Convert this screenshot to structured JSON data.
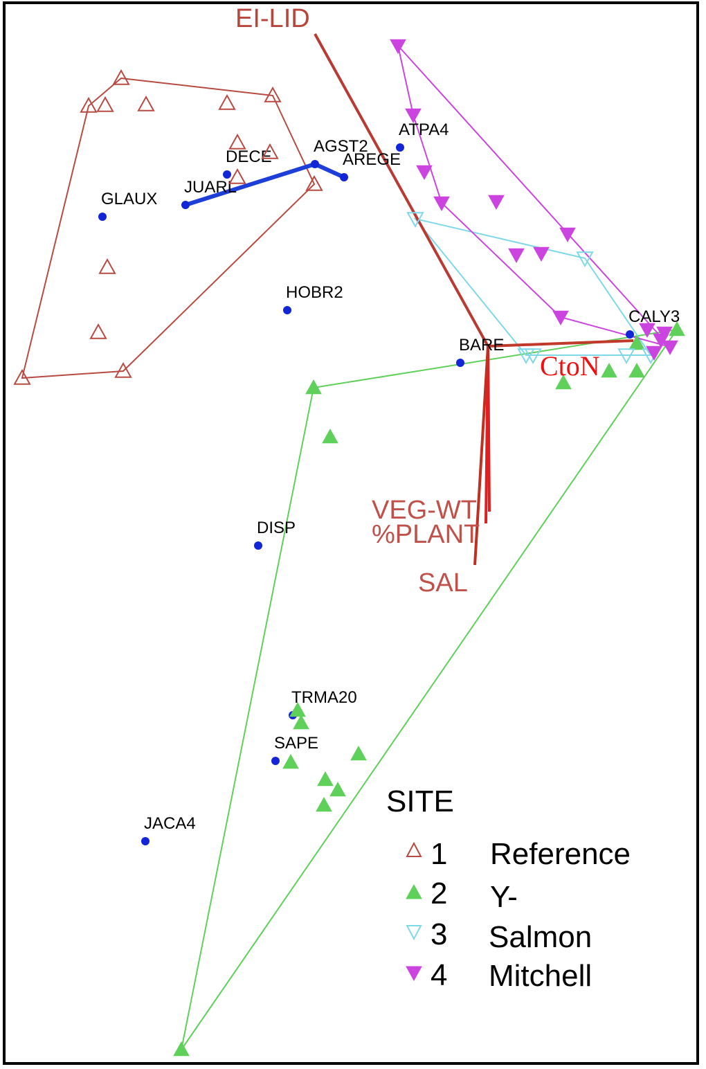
{
  "chart_data": {
    "type": "scatter",
    "title": "",
    "xlabel": "",
    "ylabel": "",
    "xlim": [
      0,
      1000
    ],
    "ylim": [
      0,
      1520
    ],
    "grid": false,
    "legend_position": "bottom-right",
    "legend": {
      "title": "SITE",
      "entries": [
        {
          "code": "1",
          "label": "Reference",
          "marker": "triangle-up-open",
          "color": "#b84a42"
        },
        {
          "code": "2",
          "label": "Y-",
          "marker": "triangle-up-filled",
          "color": "#5fd05a"
        },
        {
          "code": "3",
          "label": "Salmon",
          "marker": "triangle-down-open",
          "color": "#7fd8e8"
        },
        {
          "code": "4",
          "label": "Mitchell",
          "marker": "triangle-down-filled",
          "color": "#cc44e0"
        }
      ]
    },
    "series": [
      {
        "name": "Reference",
        "marker": "triangle-up-open",
        "color": "#b84a42",
        "points": [
          [
            165,
            1403
          ],
          [
            118,
            1363
          ],
          [
            142,
            1364
          ],
          [
            201,
            1365
          ],
          [
            318,
            1367
          ],
          [
            384,
            1378
          ],
          [
            333,
            1310
          ],
          [
            380,
            1296
          ],
          [
            333,
            1260
          ],
          [
            444,
            1250
          ],
          [
            145,
            1130
          ],
          [
            132,
            1036
          ],
          [
            168,
            980
          ],
          [
            22,
            970
          ]
        ],
        "hull": [
          [
            165,
            1403
          ],
          [
            384,
            1378
          ],
          [
            444,
            1250
          ],
          [
            168,
            980
          ],
          [
            22,
            970
          ],
          [
            118,
            1363
          ]
        ]
      },
      {
        "name": "Y-",
        "marker": "triangle-up-filled",
        "color": "#5fd05a",
        "points": [
          [
            443,
            956
          ],
          [
            467,
            885
          ],
          [
            804,
            963
          ],
          [
            870,
            980
          ],
          [
            910,
            980
          ],
          [
            910,
            1020
          ],
          [
            968,
            1040
          ],
          [
            420,
            490
          ],
          [
            425,
            472
          ],
          [
            508,
            427
          ],
          [
            410,
            415
          ],
          [
            460,
            390
          ],
          [
            478,
            375
          ],
          [
            458,
            353
          ],
          [
            252,
            0
          ]
        ],
        "hull": [
          [
            443,
            956
          ],
          [
            968,
            1040
          ],
          [
            252,
            0
          ]
        ]
      },
      {
        "name": "Salmon",
        "marker": "triangle-down-open",
        "color": "#7fd8e8",
        "points": [
          [
            590,
            1200
          ],
          [
            835,
            1143
          ],
          [
            750,
            1003
          ],
          [
            760,
            1003
          ],
          [
            895,
            1003
          ],
          [
            930,
            1003
          ]
        ],
        "hull": [
          [
            590,
            1200
          ],
          [
            835,
            1143
          ],
          [
            930,
            1003
          ],
          [
            750,
            1003
          ]
        ]
      },
      {
        "name": "Mitchell",
        "marker": "triangle-down-filled",
        "color": "#cc44e0",
        "points": [
          [
            565,
            1450
          ],
          [
            587,
            1350
          ],
          [
            603,
            1268
          ],
          [
            628,
            1223
          ],
          [
            707,
            1225
          ],
          [
            810,
            1178
          ],
          [
            736,
            1148
          ],
          [
            772,
            1150
          ],
          [
            800,
            1058
          ],
          [
            925,
            1040
          ],
          [
            945,
            1025
          ],
          [
            950,
            1035
          ],
          [
            935,
            1007
          ],
          [
            958,
            1015
          ]
        ],
        "hull": [
          [
            565,
            1450
          ],
          [
            958,
            1015
          ],
          [
            800,
            1058
          ],
          [
            628,
            1223
          ],
          [
            587,
            1350
          ]
        ]
      }
    ],
    "species": [
      {
        "label": "ATPA4",
        "x": 568,
        "y": 1303
      },
      {
        "label": "AGST2",
        "x": 445,
        "y": 1279
      },
      {
        "label": "AREGE",
        "x": 487,
        "y": 1260
      },
      {
        "label": "DECE",
        "x": 318,
        "y": 1264
      },
      {
        "label": "JUARL",
        "x": 258,
        "y": 1220
      },
      {
        "label": "GLAUX",
        "x": 138,
        "y": 1203
      },
      {
        "label": "HOBR2",
        "x": 405,
        "y": 1068
      },
      {
        "label": "BARE",
        "x": 655,
        "y": 992
      },
      {
        "label": "CALY3",
        "x": 900,
        "y": 1033
      },
      {
        "label": "DISP",
        "x": 363,
        "y": 728
      },
      {
        "label": "TRMA20",
        "x": 413,
        "y": 483
      },
      {
        "label": "SAPE",
        "x": 388,
        "y": 417
      },
      {
        "label": "JACA4",
        "x": 200,
        "y": 301
      }
    ],
    "species_trajectory": [
      [
        258,
        1220
      ],
      [
        445,
        1279
      ],
      [
        487,
        1260
      ]
    ],
    "vectors": [
      {
        "label": "EI-LID",
        "x": 445,
        "y": 1467
      },
      {
        "label": "CtoN",
        "x": 905,
        "y": 1024
      },
      {
        "label": "VEG-WT",
        "x": 697,
        "y": 777
      },
      {
        "label": "%PLANT",
        "x": 692,
        "y": 760
      },
      {
        "label": "SAL",
        "x": 676,
        "y": 700
      }
    ],
    "vector_origin": [
      695,
      1016
    ]
  }
}
